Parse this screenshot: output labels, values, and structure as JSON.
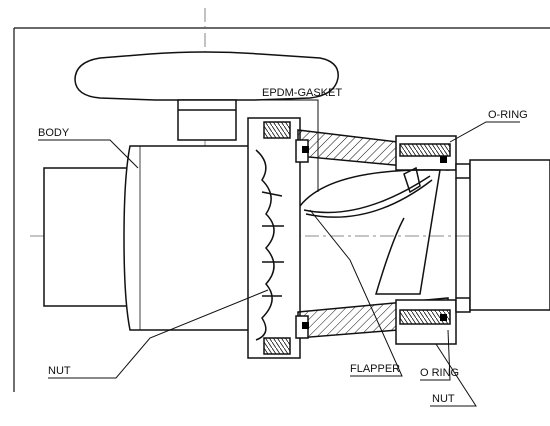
{
  "diagram": {
    "labels": {
      "body": "BODY",
      "epdm_gasket": "EPDM-GASKET",
      "o_ring_top": "O-RING",
      "nut_left": "NUT",
      "flapper": "FLAPPER",
      "o_ring_bottom": "O RING",
      "nut_bottom": "NUT"
    },
    "colors": {
      "line": "#111111",
      "background": "#ffffff",
      "seal": "#000000"
    }
  }
}
